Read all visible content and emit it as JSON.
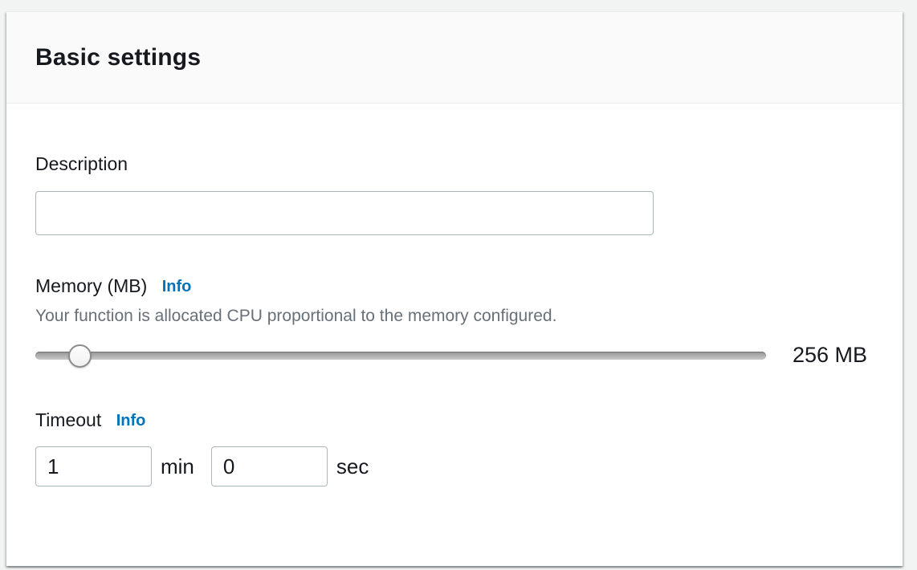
{
  "panel": {
    "title": "Basic settings"
  },
  "description": {
    "label": "Description",
    "value": "",
    "placeholder": ""
  },
  "memory": {
    "label": "Memory (MB)",
    "info_label": "Info",
    "helper": "Your function is allocated CPU proportional to the memory configured.",
    "value_display": "256 MB",
    "slider_percent": 6
  },
  "timeout": {
    "label": "Timeout",
    "info_label": "Info",
    "minutes": {
      "value": "1",
      "unit": "min"
    },
    "seconds": {
      "value": "0",
      "unit": "sec"
    }
  },
  "colors": {
    "link_blue": "#0073bb",
    "text_dark": "#16191f",
    "text_muted": "#687078",
    "input_border": "#aab7b8",
    "header_bg": "#fafafa",
    "panel_border": "#eaeded",
    "page_bg": "#f2f3f3"
  }
}
